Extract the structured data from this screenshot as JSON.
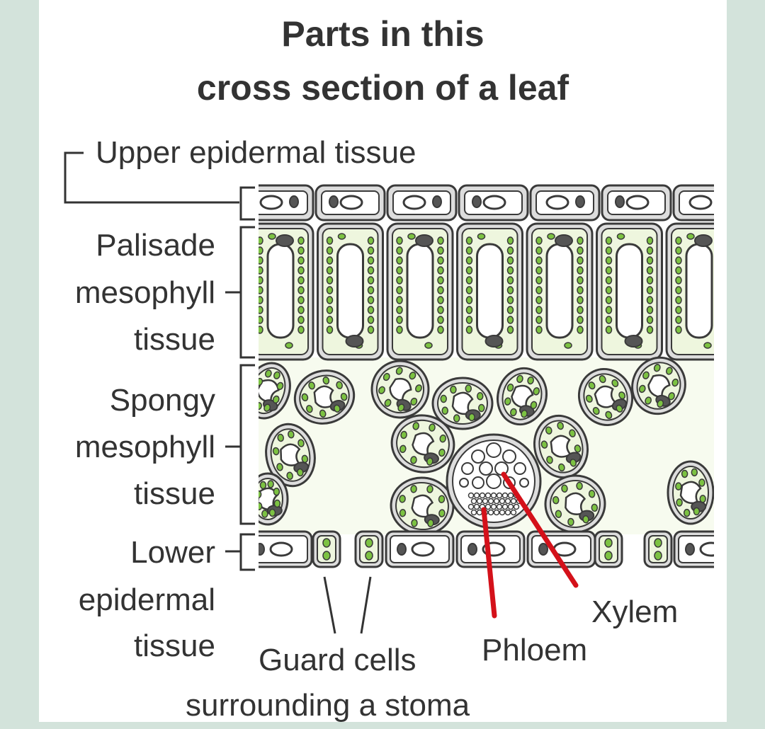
{
  "title": {
    "line1": "Parts in this",
    "line2": "cross section of a leaf"
  },
  "labels": {
    "upper_epidermal": "Upper epidermal tissue",
    "palisade": [
      "Palisade",
      "mesophyll",
      "tissue"
    ],
    "spongy": [
      "Spongy",
      "mesophyll",
      "tissue"
    ],
    "lower_epidermal": [
      "Lower",
      "epidermal",
      "tissue"
    ],
    "guard_cells": [
      "Guard cells",
      "surrounding a stoma"
    ],
    "phloem": "Phloem",
    "xylem": "Xylem"
  },
  "colors": {
    "background": "#d3e3db",
    "panel": "#ffffff",
    "text": "#333333",
    "cell_fill": "#eef6de",
    "chloroplast": "#7cc242",
    "nucleus": "#555555",
    "pointer": "#d4111a"
  }
}
